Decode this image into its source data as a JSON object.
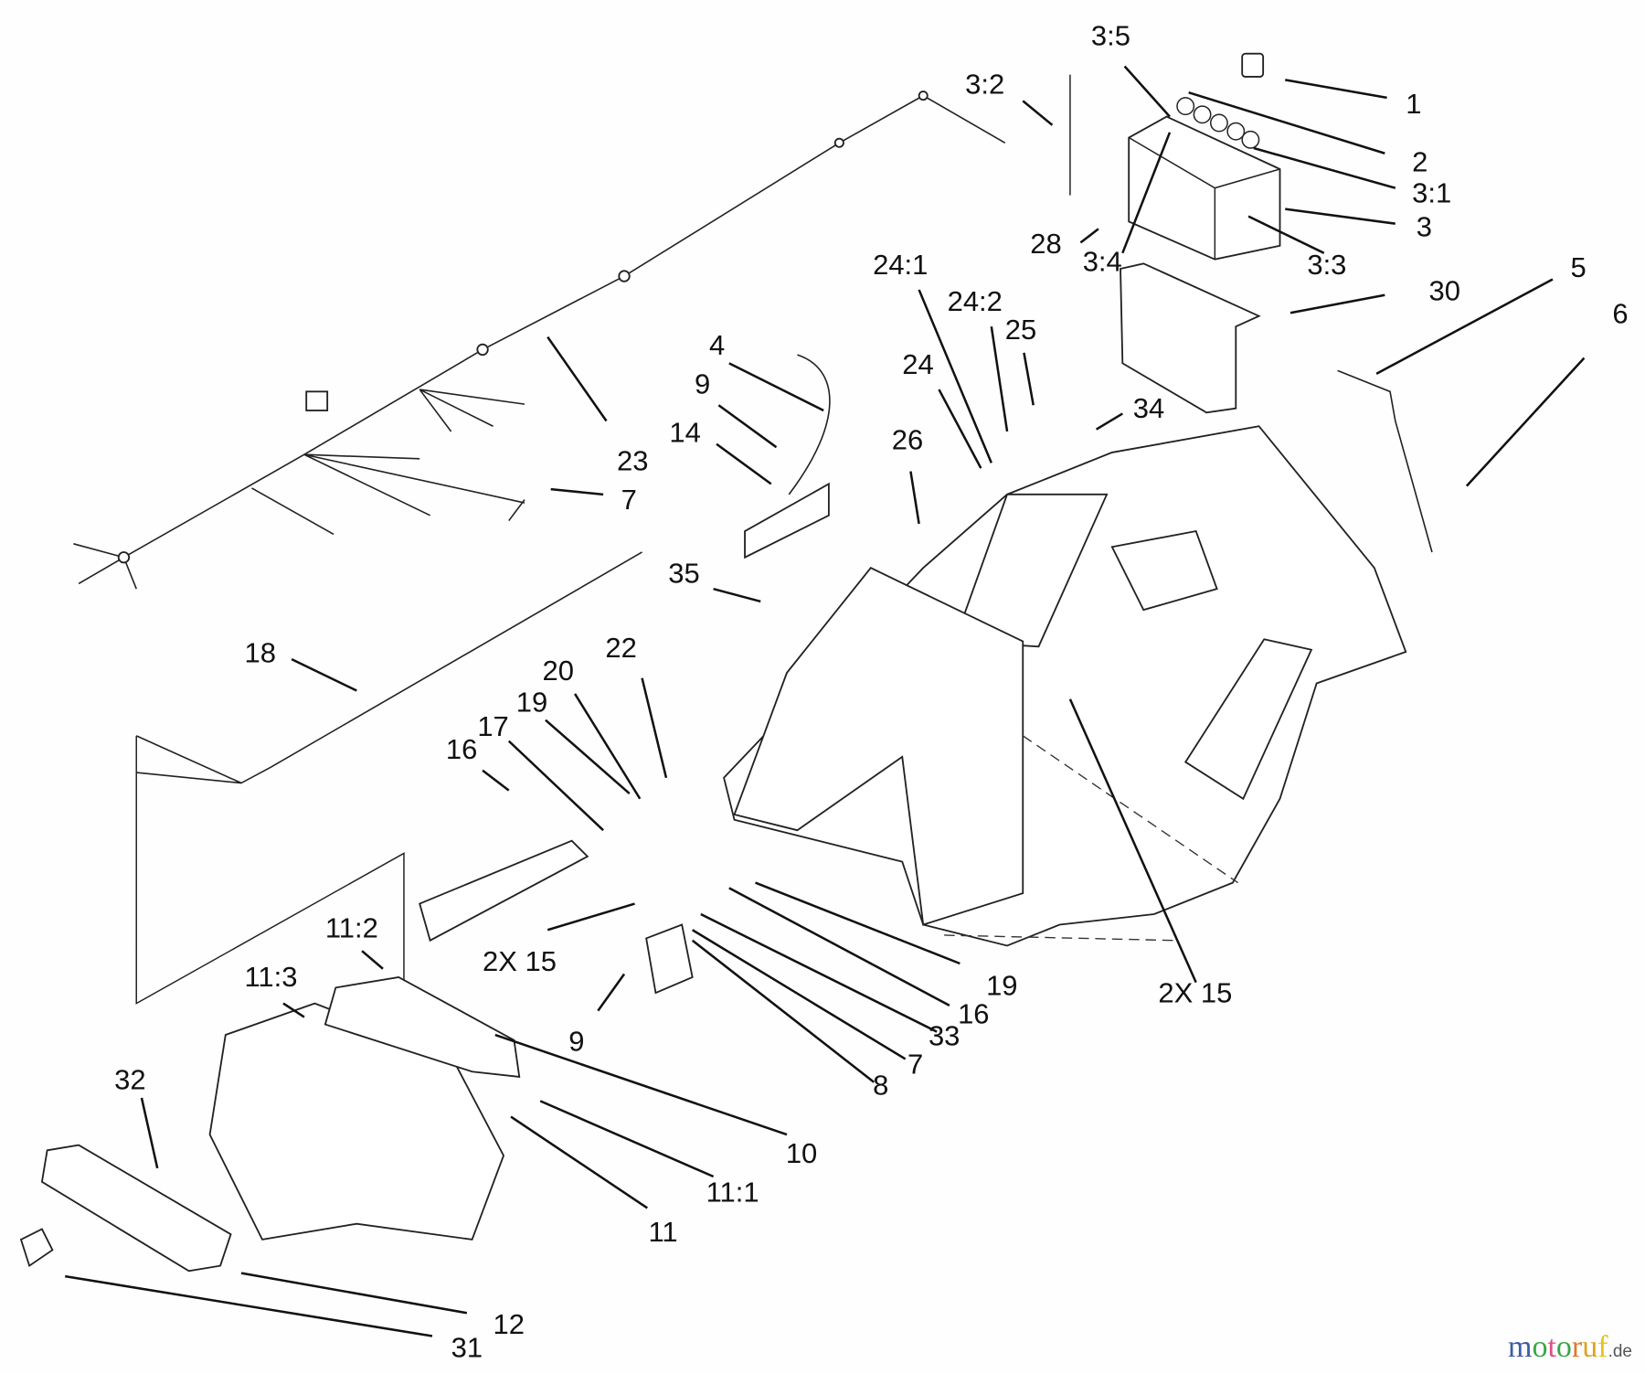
{
  "labels": {
    "l3_5": "3:5",
    "l3_2": "3:2",
    "l1": "1",
    "l2": "2",
    "l3_1": "3:1",
    "l3": "3",
    "l28": "28",
    "l3_4": "3:4",
    "l3_3": "3:3",
    "l24_1": "24:1",
    "l30": "30",
    "l5": "5",
    "l6": "6",
    "l24_2": "24:2",
    "l25": "25",
    "l4": "4",
    "l9a": "9",
    "l24": "24",
    "l34": "34",
    "l14": "14",
    "l26": "26",
    "l23": "23",
    "l7a": "7",
    "l35": "35",
    "l18": "18",
    "l22": "22",
    "l20": "20",
    "l19a": "19",
    "l17": "17",
    "l16a": "16",
    "l11_2": "11:2",
    "l2x15a": "2X 15",
    "l19b": "19",
    "l2x15b": "2X 15",
    "l11_3": "11:3",
    "l9b": "9",
    "l16b": "16",
    "l33": "33",
    "l7b": "7",
    "l8": "8",
    "l32": "32",
    "l10": "10",
    "l11_1": "11:1",
    "l11": "11",
    "l12": "12",
    "l31": "31"
  },
  "watermark": {
    "text": "motoruf",
    "suffix": ".de",
    "letter_colors": [
      "#3b5aa8",
      "#3aa64a",
      "#e0508a",
      "#3aa64a",
      "#e0782a",
      "#e0a020",
      "#e8c020"
    ]
  }
}
